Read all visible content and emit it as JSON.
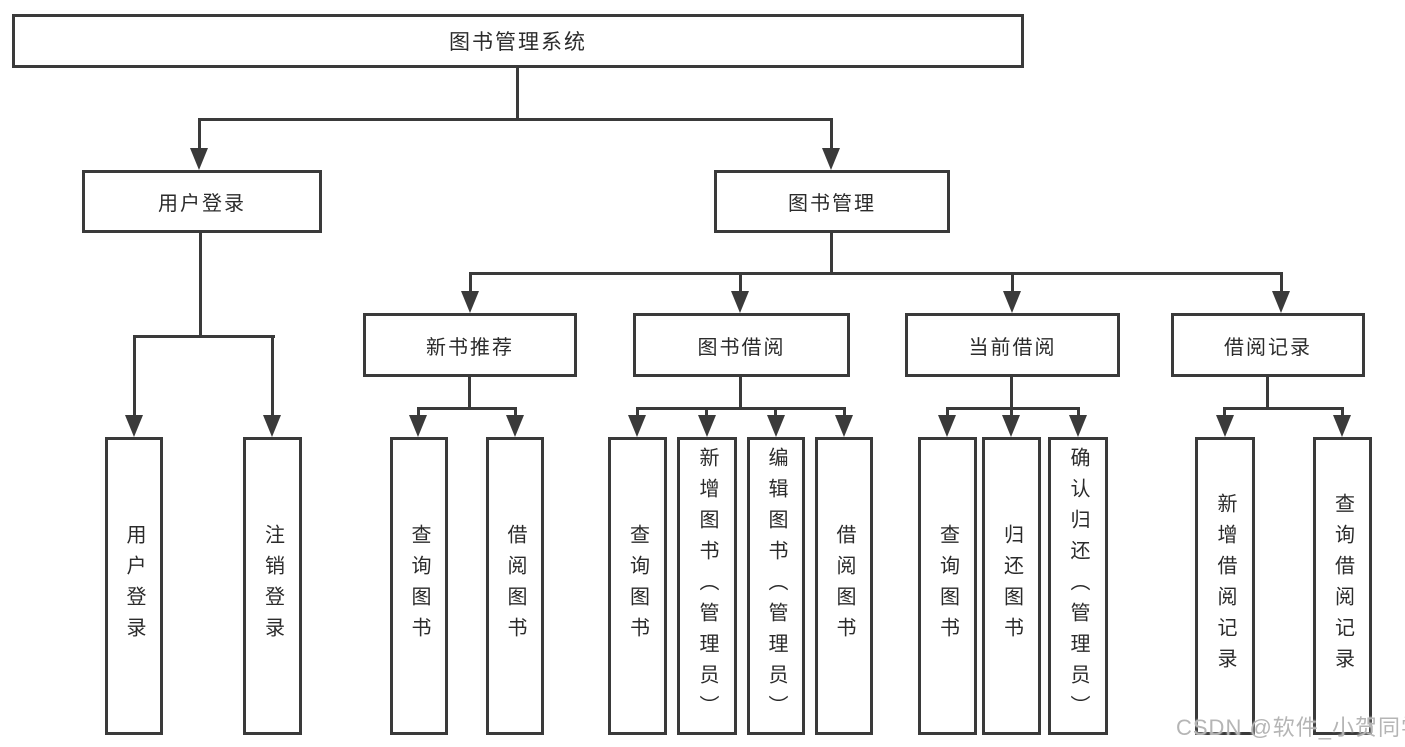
{
  "diagram": {
    "title": "图书管理系统",
    "root": {
      "label": "图书管理系统"
    },
    "level2": [
      {
        "label": "用户登录"
      },
      {
        "label": "图书管理"
      }
    ],
    "level3": [
      {
        "label": "新书推荐",
        "parent": "图书管理"
      },
      {
        "label": "图书借阅",
        "parent": "图书管理"
      },
      {
        "label": "当前借阅",
        "parent": "图书管理"
      },
      {
        "label": "借阅记录",
        "parent": "图书管理"
      }
    ],
    "leaves": [
      {
        "label": "用户登录",
        "parent": "用户登录"
      },
      {
        "label": "注销登录",
        "parent": "用户登录"
      },
      {
        "label": "查询图书",
        "parent": "新书推荐"
      },
      {
        "label": "借阅图书",
        "parent": "新书推荐"
      },
      {
        "label": "查询图书",
        "parent": "图书借阅"
      },
      {
        "label": "新增图书（管理员）",
        "parent": "图书借阅"
      },
      {
        "label": "编辑图书（管理员）",
        "parent": "图书借阅"
      },
      {
        "label": "借阅图书",
        "parent": "图书借阅"
      },
      {
        "label": "查询图书",
        "parent": "当前借阅"
      },
      {
        "label": "归还图书",
        "parent": "当前借阅"
      },
      {
        "label": "确认归还（管理员）",
        "parent": "当前借阅"
      },
      {
        "label": "新增借阅记录",
        "parent": "借阅记录"
      },
      {
        "label": "查询借阅记录",
        "parent": "借阅记录"
      }
    ]
  },
  "watermark": "CSDN @软件_小贺同学",
  "colors": {
    "line": "#3a3a3a",
    "text": "#2b2b2b",
    "background": "#ffffff",
    "watermark": "#b5b5b5"
  }
}
